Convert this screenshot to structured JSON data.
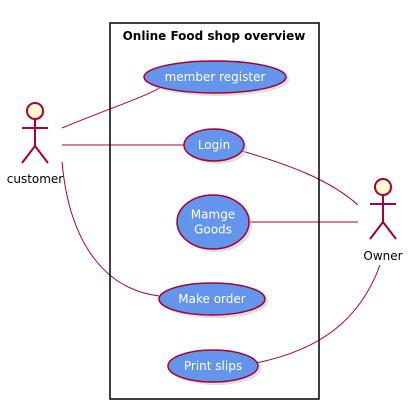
{
  "diagram": {
    "title": "Online Food shop overview",
    "actors": [
      {
        "id": "customer",
        "label": "customer"
      },
      {
        "id": "owner",
        "label": "Owner"
      }
    ],
    "use_cases": [
      {
        "id": "register",
        "lines": [
          "member register"
        ]
      },
      {
        "id": "login",
        "lines": [
          "Login"
        ]
      },
      {
        "id": "goods",
        "lines": [
          "Mamge",
          "Goods"
        ]
      },
      {
        "id": "order",
        "lines": [
          "Make order"
        ]
      },
      {
        "id": "slips",
        "lines": [
          "Print slips"
        ]
      }
    ],
    "links": [
      [
        "customer",
        "register"
      ],
      [
        "customer",
        "login"
      ],
      [
        "customer",
        "order"
      ],
      [
        "login",
        "owner"
      ],
      [
        "goods",
        "owner"
      ],
      [
        "slips",
        "owner"
      ]
    ]
  },
  "colors": {
    "usecase_fill": "#6495ED",
    "usecase_stroke": "#A80036",
    "actor_fill": "#FEFECE",
    "actor_stroke": "#A80036",
    "line": "#A80036",
    "boundary": "#000000"
  }
}
